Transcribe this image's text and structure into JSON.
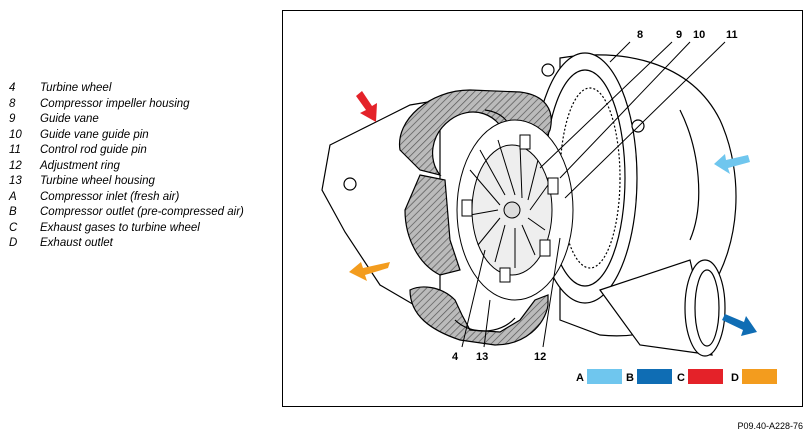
{
  "legend": [
    {
      "num": "4",
      "text": "Turbine wheel"
    },
    {
      "num": "8",
      "text": "Compressor impeller housing"
    },
    {
      "num": "9",
      "text": "Guide vane"
    },
    {
      "num": "10",
      "text": "Guide vane guide pin"
    },
    {
      "num": "11",
      "text": "Control rod guide pin"
    },
    {
      "num": "12",
      "text": "Adjustment ring"
    },
    {
      "num": "13",
      "text": "Turbine wheel housing"
    },
    {
      "num": "A",
      "text": "Compressor inlet (fresh air)"
    },
    {
      "num": "B",
      "text": "Compressor outlet (pre-compressed air)"
    },
    {
      "num": "C",
      "text": "Exhaust gases to turbine wheel"
    },
    {
      "num": "D",
      "text": "Exhaust outlet"
    }
  ],
  "callouts": {
    "c8": "8",
    "c9": "9",
    "c10": "10",
    "c11": "11",
    "c4": "4",
    "c13": "13",
    "c12": "12"
  },
  "color_key": [
    {
      "letter": "A",
      "color": "#6fc6ee"
    },
    {
      "letter": "B",
      "color": "#0f6db4"
    },
    {
      "letter": "C",
      "color": "#e42229"
    },
    {
      "letter": "D",
      "color": "#f39c1e"
    }
  ],
  "reference": "P09.40-A228-76"
}
